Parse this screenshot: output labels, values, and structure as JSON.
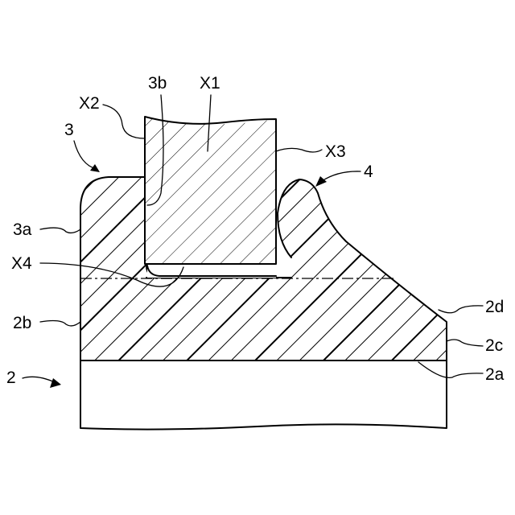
{
  "labels": {
    "x1": "X1",
    "x2": "X2",
    "x3": "X3",
    "x4": "X4",
    "p3": "3",
    "p3a": "3a",
    "p3b": "3b",
    "p4": "4",
    "p2": "2",
    "p2a": "2a",
    "p2b": "2b",
    "p2c": "2c",
    "p2d": "2d"
  },
  "colors": {
    "line": "#000000",
    "background": "#ffffff"
  }
}
